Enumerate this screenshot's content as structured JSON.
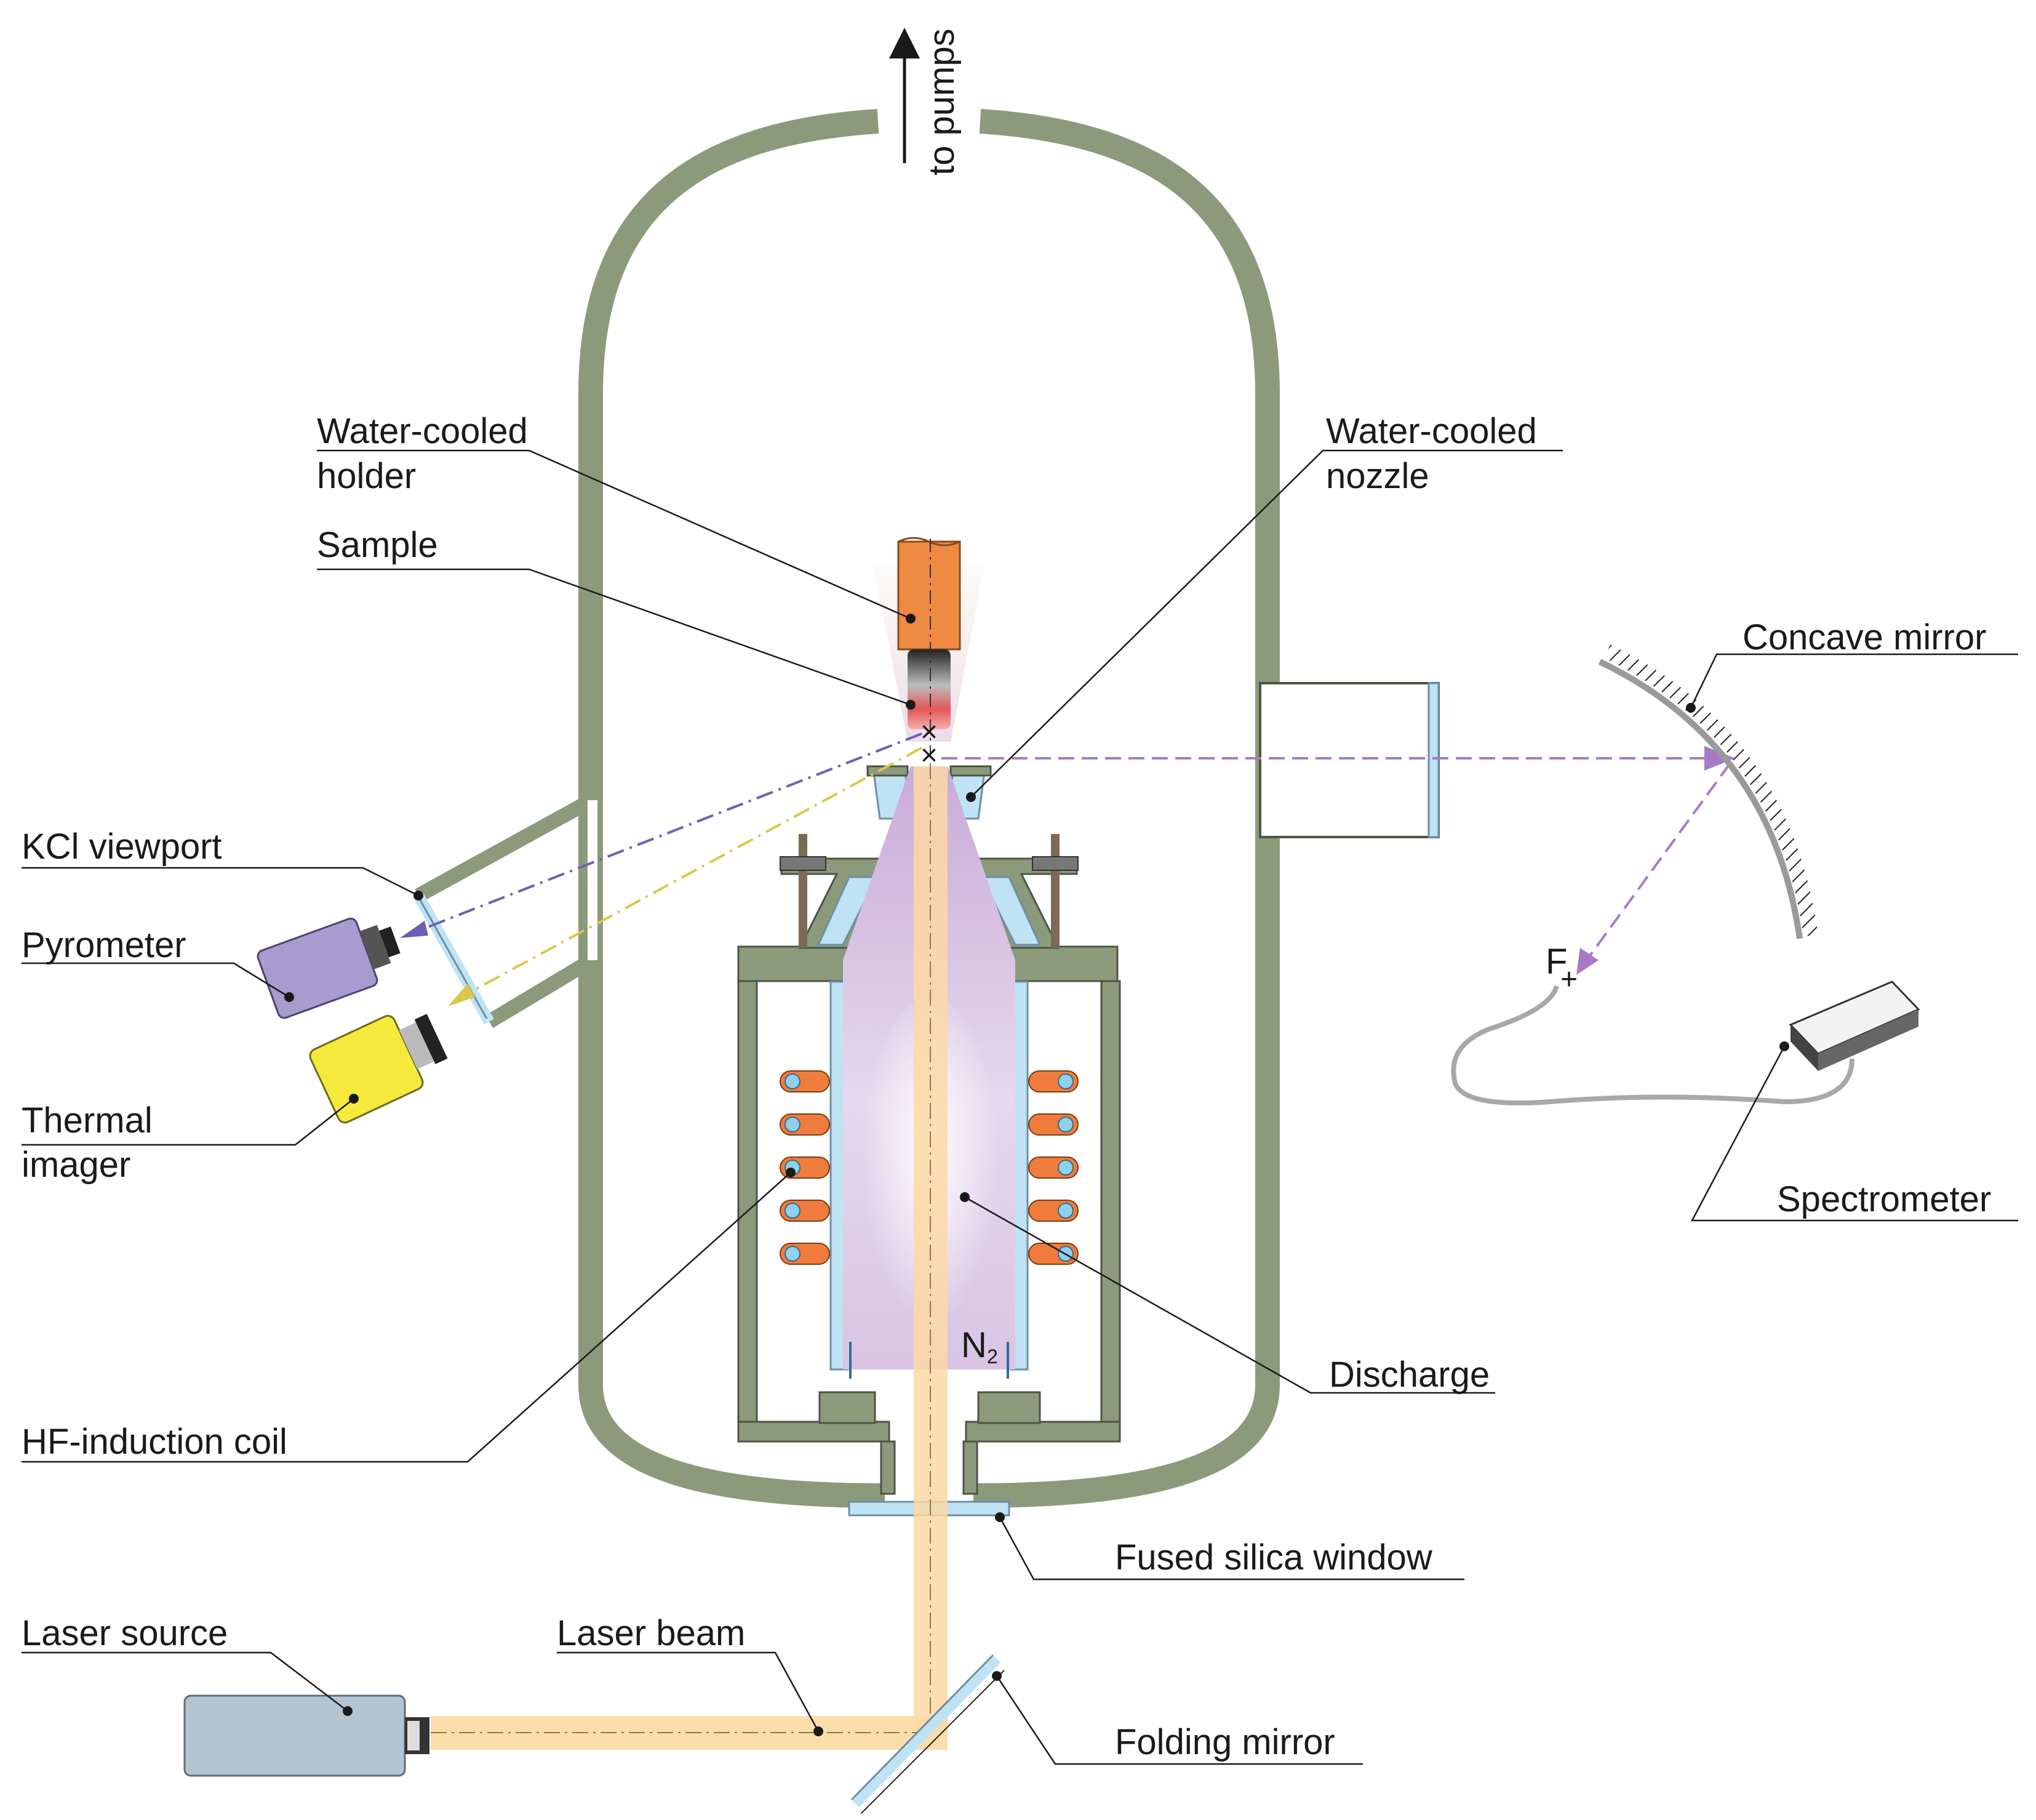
{
  "labels": {
    "to_pumps": "to pumps",
    "water_cooled_holder_1": "Water-cooled",
    "water_cooled_holder_2": "holder",
    "sample": "Sample",
    "water_cooled_nozzle_1": "Water-cooled",
    "water_cooled_nozzle_2": "nozzle",
    "concave_mirror": "Concave mirror",
    "kcl_viewport": "KCl viewport",
    "pyrometer": "Pyrometer",
    "thermal_imager_1": "Thermal",
    "thermal_imager_2": "imager",
    "spectrometer": "Spectrometer",
    "focus_point": "F",
    "gas": "N",
    "gas_subscript": "2",
    "discharge": "Discharge",
    "hf_induction_coil": "HF-induction coil",
    "fused_silica_window": "Fused silica window",
    "laser_source": "Laser source",
    "laser_beam": "Laser beam",
    "folding_mirror": "Folding mirror"
  },
  "colors": {
    "chamber_wall": "#8c9a7c",
    "coil": "#ef7c3c",
    "laser_beam": "#fbd9a3",
    "discharge": "#d8c2e2",
    "pyrometer": "#a79bcf",
    "thermal_imager": "#f5ea3c",
    "laser_source": "#b4c5d1",
    "holder": "#ef8a43",
    "glass": "#bfe3f4",
    "pyrometer_line": "#6f5fb3",
    "imager_line": "#d9c84a",
    "spectroscopy_line": "#a879c7"
  }
}
